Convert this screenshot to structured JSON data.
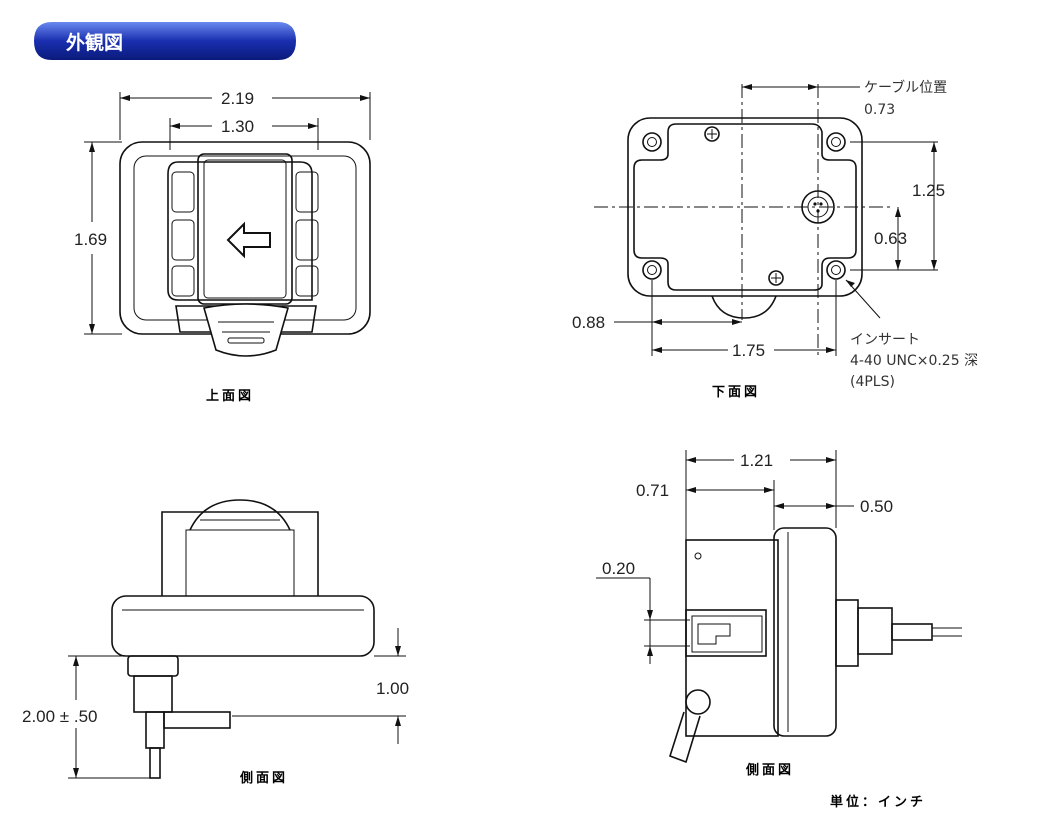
{
  "header": {
    "title": "外観図"
  },
  "views": {
    "top": {
      "caption": "上面図",
      "dims": {
        "width": "2.19",
        "inner_width": "1.30",
        "height": "1.69"
      }
    },
    "bottom": {
      "caption": "下面図",
      "cable_label": "ケーブル位置",
      "cable_value": "0.73",
      "dims": {
        "h1": "1.25",
        "h2": "0.63",
        "offset": "0.88",
        "span": "1.75"
      },
      "insert_line1": "インサート",
      "insert_line2": "4-40 UNC×0.25 深",
      "insert_line3": "(4PLS)"
    },
    "side_left": {
      "caption": "側面図",
      "dims": {
        "cable": "2.00 ± .50",
        "height": "1.00"
      }
    },
    "side_right": {
      "caption": "側面図",
      "dims": {
        "total": "1.21",
        "front": "0.71",
        "back": "0.50",
        "slot": "0.20"
      }
    }
  },
  "units": "単位：インチ",
  "colors": {
    "badge_dark": "#0a1a8a",
    "badge_light": "#4a6adf",
    "line": "#111111"
  }
}
